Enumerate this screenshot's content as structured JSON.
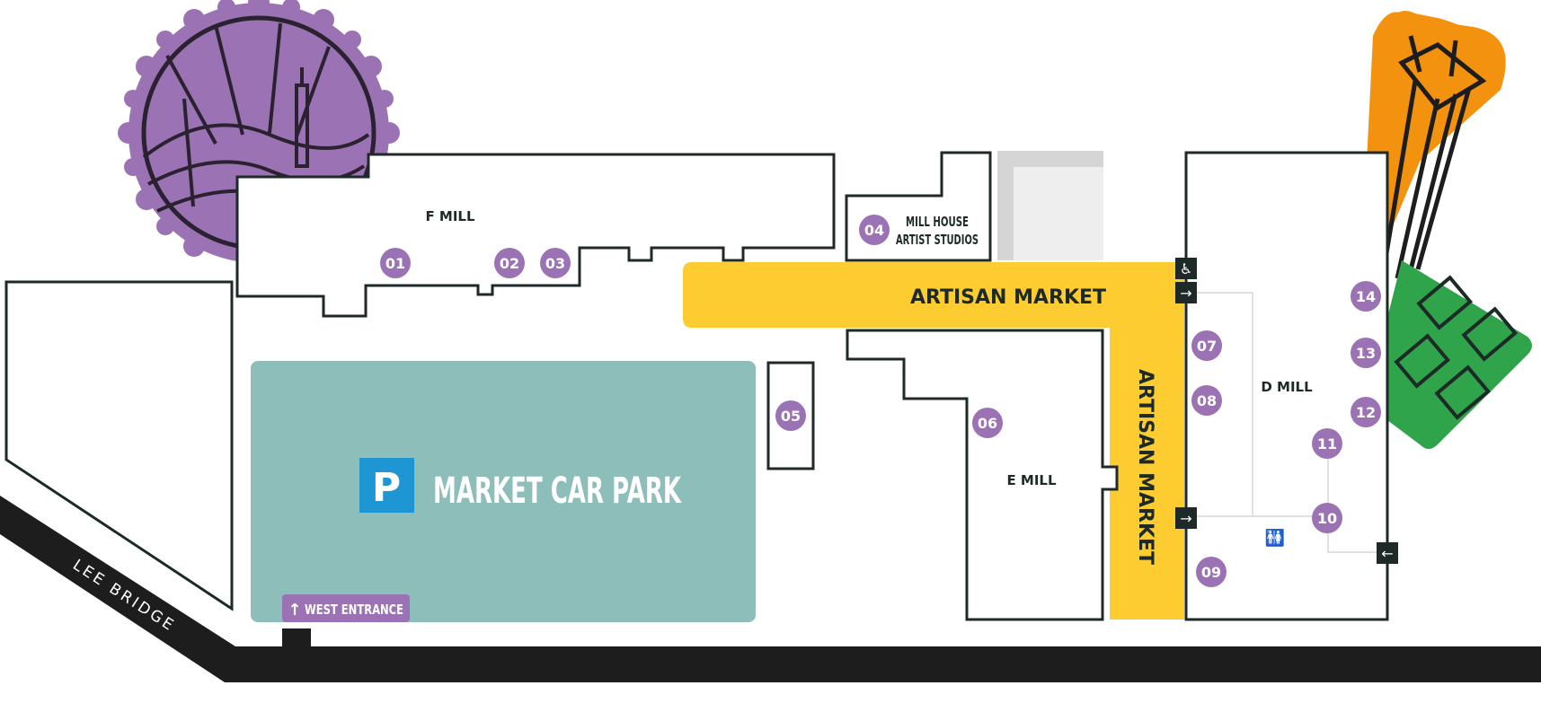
{
  "colors": {
    "outline": "#1d2a28",
    "purple": "#9b72b3",
    "yellow": "#fccc30",
    "teal": "#8ebeb9",
    "orange": "#f3920f",
    "green": "#2fa44a",
    "parking_blue": "#1f96d4",
    "road": "#1d1d1d"
  },
  "road": {
    "label": "LEE BRIDGE"
  },
  "car_park": {
    "label": "MARKET CAR PARK",
    "parking_symbol": "P",
    "icon": "parking-icon"
  },
  "west_entrance": {
    "label": "WEST ENTRANCE",
    "arrow": "↑",
    "icon": "arrow-up-icon"
  },
  "buildings": {
    "f_mill": "F MILL",
    "e_mill": "E MILL",
    "d_mill": "D MILL",
    "mill_house_line1": "MILL HOUSE",
    "mill_house_line2": "ARTIST STUDIOS"
  },
  "artisan_market": {
    "horizontal_label": "ARTISAN MARKET",
    "vertical_label": "ARTISAN MARKET"
  },
  "markers": [
    "01",
    "02",
    "03",
    "04",
    "05",
    "06",
    "07",
    "08",
    "09",
    "10",
    "11",
    "12",
    "13",
    "14"
  ],
  "icons": {
    "accessible": "♿",
    "arrow_right": "→",
    "arrow_left": "←",
    "toilets": "🚻"
  }
}
